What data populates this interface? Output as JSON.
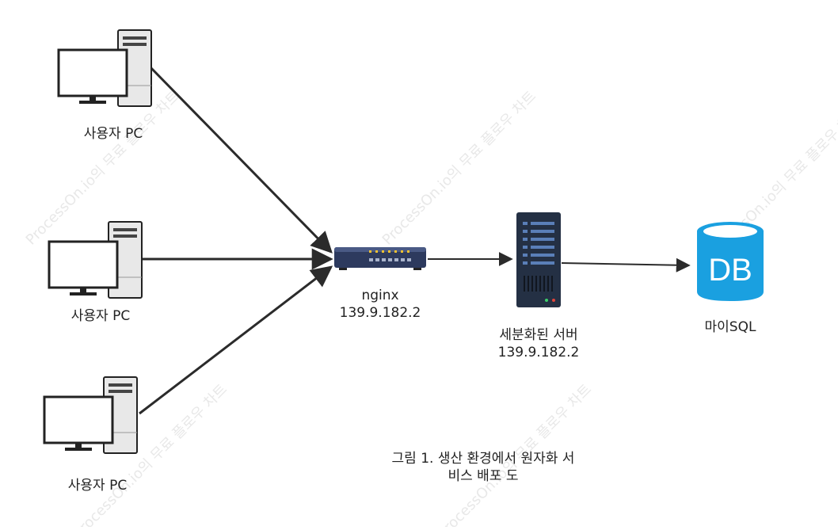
{
  "watermark": "ProcessOn.io의 무료 플로우 차트",
  "nodes": {
    "client_1": {
      "label": "사용자 PC"
    },
    "client_2": {
      "label": "사용자 PC"
    },
    "client_3": {
      "label": "사용자 PC"
    },
    "nginx": {
      "name": "nginx",
      "ip": "139.9.182.2"
    },
    "app_server": {
      "name": "세분화된 서버",
      "ip": "139.9.182.2"
    },
    "database": {
      "icon_text": "DB",
      "label": "마이SQL"
    }
  },
  "caption": {
    "line1": "그림 1. 생산 환경에서 원자화 서",
    "line2": "비스 배포 도"
  },
  "colors": {
    "edge": "#2b2b2b",
    "db_fill": "#1aa0e0",
    "switch_body": "#2d3a5e",
    "server_body": "#243044"
  }
}
